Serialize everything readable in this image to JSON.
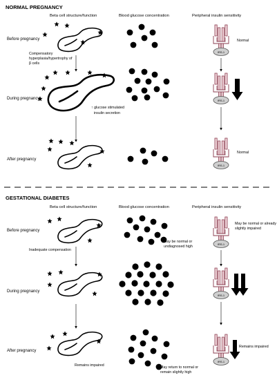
{
  "sections": {
    "normal": "NORMAL PREGNANCY",
    "gdm": "GESTATIONAL DIABETES"
  },
  "headers": {
    "beta": "Beta cell structure/function",
    "glucose": "Blood glucose concentration",
    "insulin": "Peripheral insulin sensitivity"
  },
  "rows": {
    "before": "Before pregnancy",
    "during": "During pregnancy",
    "after": "After pregnancy"
  },
  "normal": {
    "compensatory_1": "Compensatory",
    "compensatory_2": "hyperplasia/hypertrophy of",
    "compensatory_3": "β cells",
    "glucose_stim_1": "glucose stimulated",
    "glucose_stim_2": "insulin secretion",
    "before_sensitivity": "Normal",
    "after_sensitivity": "Normal"
  },
  "gdm": {
    "inadequate": "Inadequate compensation",
    "remains_impaired_beta": "Remains impaired",
    "before_glucose_1": "May be normal or",
    "before_glucose_2": "undiagnosed high",
    "after_glucose_1": "May return to normal or",
    "after_glucose_2": "remain slightly high",
    "before_sensitivity_1": "May be normal or already",
    "before_sensitivity_2": "slightly impaired",
    "after_sensitivity": "Remains impaired"
  },
  "receptor_label": "IRS-1",
  "colors": {
    "receptor_fill": "#f2d7dc",
    "receptor_stroke": "#8a3b4e",
    "irs_fill": "#cfcfcf",
    "ink": "#000000"
  }
}
